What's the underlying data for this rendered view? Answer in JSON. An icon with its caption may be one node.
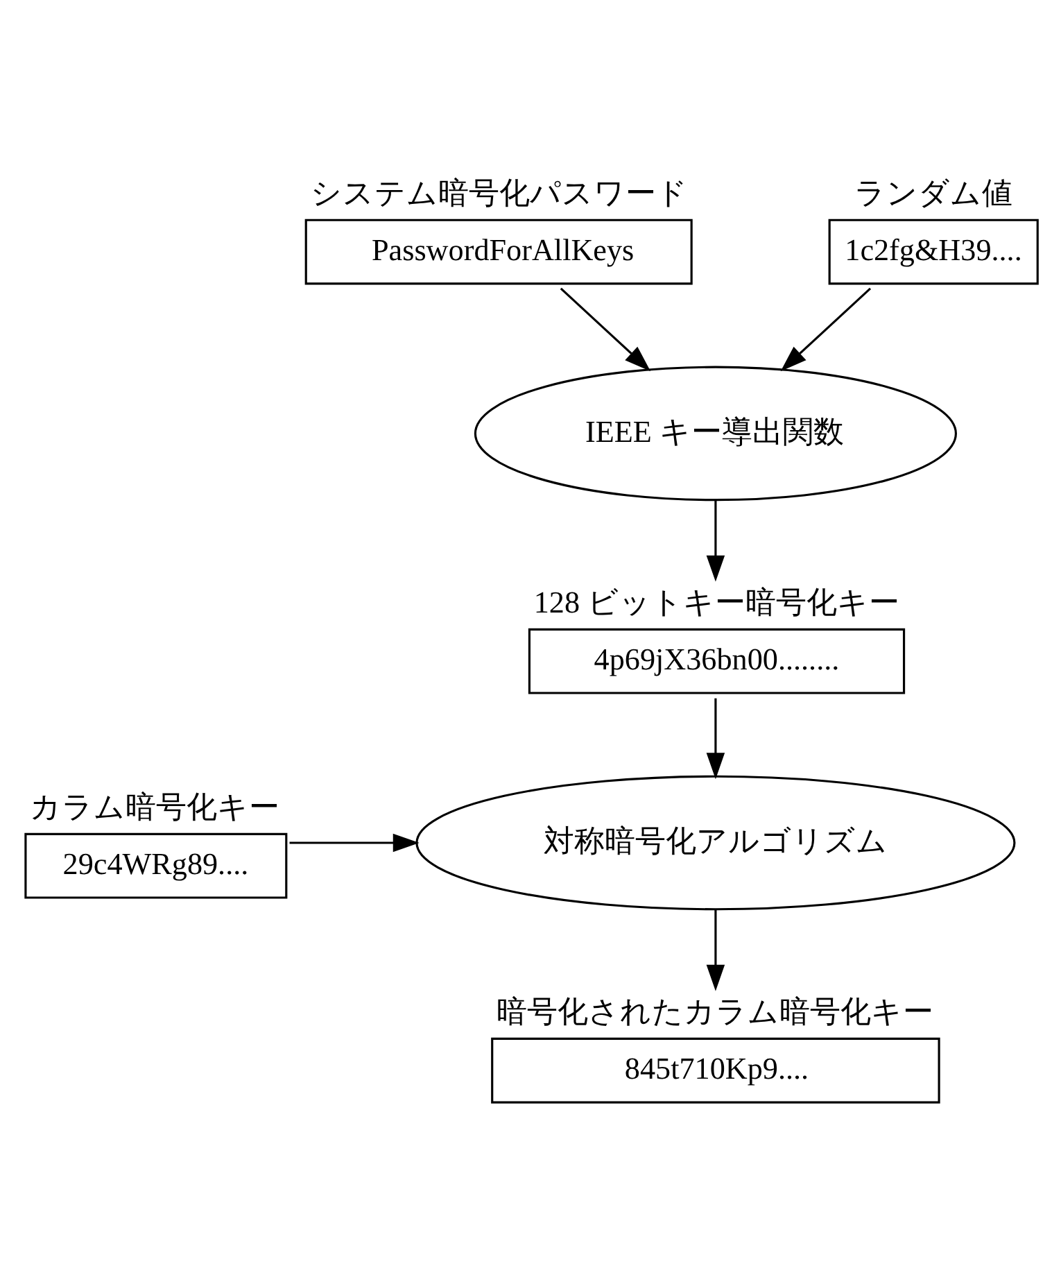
{
  "diagram": {
    "nodes": [
      {
        "text": [
          "システム暗号化パスワード",
          "PasswordForAllKeys"
        ]
      },
      {
        "text": [
          "ランダム値",
          "1c2fg&H39...."
        ]
      },
      {
        "text": [
          "IEEE キー導出関数"
        ]
      },
      {
        "text": [
          "128 ビットキー暗号化キー",
          "4p69jX36bn00........"
        ]
      },
      {
        "text": [
          "カラム暗号化キー",
          "29c4WRg89...."
        ]
      },
      {
        "text": [
          "対称暗号化アルゴリズム"
        ]
      },
      {
        "text": [
          "暗号化されたカラム暗号化キー",
          "845t710Kp9...."
        ]
      }
    ],
    "edges": [
      {
        "from": 0,
        "to": 2,
        "arrow": "to"
      },
      {
        "from": 1,
        "to": 2,
        "arrow": "to"
      },
      {
        "from": 2,
        "to": 3,
        "arrow": "to"
      },
      {
        "from": 3,
        "to": 5,
        "arrow": "to"
      },
      {
        "from": 4,
        "to": 5,
        "arrow": "to"
      },
      {
        "from": 5,
        "to": 6,
        "arrow": "to"
      }
    ]
  }
}
